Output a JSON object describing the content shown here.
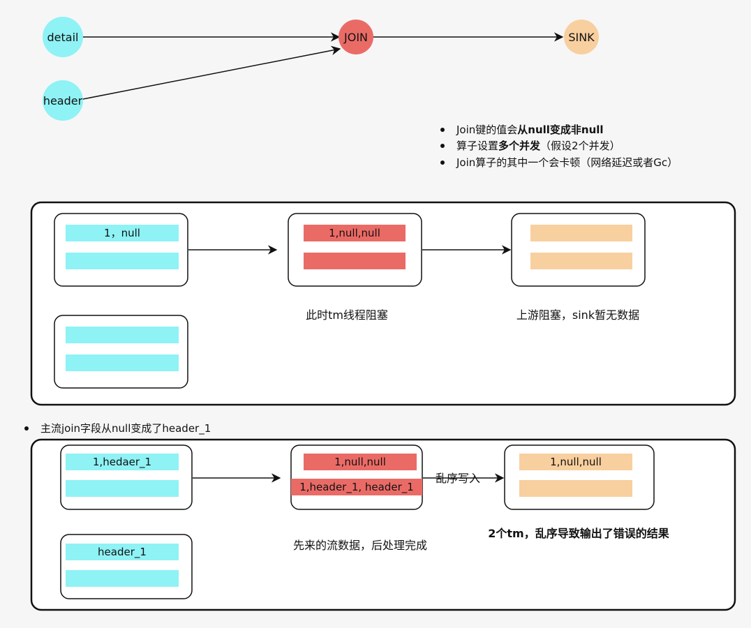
{
  "flow": {
    "nodes": {
      "detail": "detail",
      "header": "header",
      "join": "JOIN",
      "sink": "SINK"
    }
  },
  "notes": {
    "line1_prefix": "Join键的值会",
    "line1_bold": "从null变成非null",
    "line2_prefix": "算子设置",
    "line2_bold": "多个并发",
    "line2_suffix": "（假设2个并发）",
    "line3": "Join算子的其中一个会卡顿（网络延迟或者Gc）"
  },
  "panel1": {
    "source_bar": "1，null",
    "join_bar": "1,null,null",
    "caption_join": "此时tm线程阻塞",
    "caption_sink": "上游阻塞，sink暂无数据"
  },
  "mid_note": "主流join字段从null变成了header_1",
  "panel2": {
    "source_bar": "1,hedaer_1",
    "source2_bar": "header_1",
    "join_bar1": "1,null,null",
    "join_bar2": "1,header_1, header_1",
    "arrow_label": "乱序写入",
    "sink_bar": "1,null,null",
    "caption_join": "先来的流数据，后处理完成",
    "caption_result": "2个tm，乱序导致输出了错误的结果"
  },
  "colors": {
    "cyan": "#8ff2f5",
    "red": "#ea6b66",
    "orange": "#f8cf9f"
  }
}
